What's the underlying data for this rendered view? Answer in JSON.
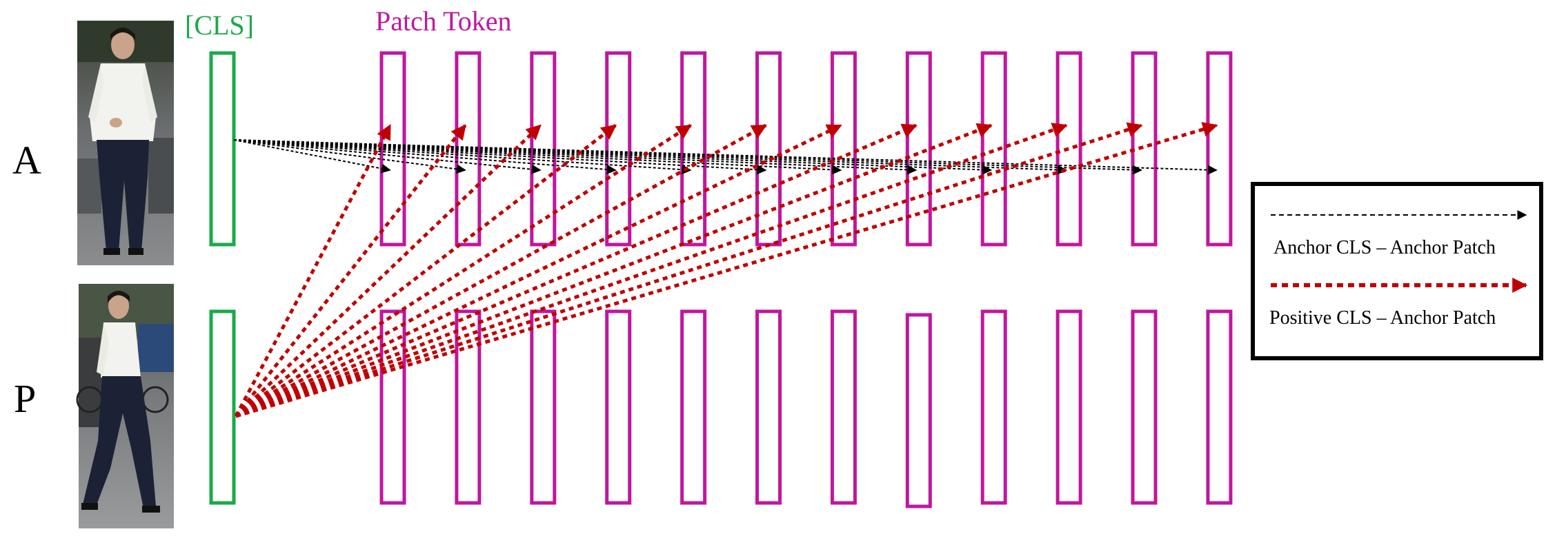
{
  "rows": [
    {
      "id": "anchor",
      "label": "A"
    },
    {
      "id": "positive",
      "label": "P"
    }
  ],
  "cls_label": "[CLS]",
  "patch_label": "Patch Token",
  "patch_count": 12,
  "legend": {
    "anchor_anchor": "Anchor CLS – Anchor Patch",
    "positive_anchor": "Positive CLS – Anchor Patch"
  },
  "colors": {
    "cls": "#1aaa4a",
    "patch": "#c0179e",
    "anchor_arrow": "#000000",
    "positive_arrow": "#c00000",
    "legend_border": "#000000",
    "person_shirt": "#f2f2ee",
    "person_pants": "#1c2235",
    "photo_background": "#5c6068"
  },
  "icons": {
    "anchor_photo": "person-walking-photo",
    "positive_photo": "person-walking-photo"
  }
}
